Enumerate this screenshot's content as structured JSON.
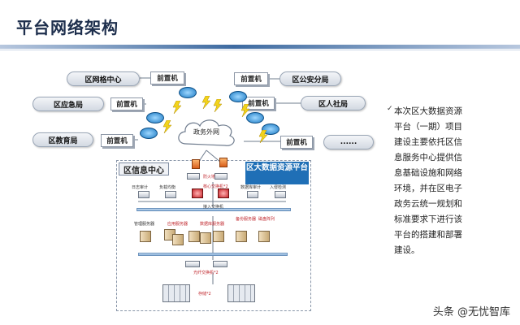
{
  "title": "平台网络架构",
  "nodes": {
    "grid_center": "区网格中心",
    "emergency": "区应急局",
    "education": "区教育局",
    "public_security": "区公安分局",
    "hr_social": "区人社局",
    "more": "......"
  },
  "front_end": "前置机",
  "cloud_label": "政务外网",
  "data_center": "区信息中心",
  "big_data_platform": "区大数据资源平台",
  "small_labels": {
    "fw": "防火墙*2",
    "core": "核心交换机*2",
    "log_audit": "日志审计",
    "lb": "负载均衡",
    "db_audit": "数据库审计",
    "ips": "入侵检测",
    "access_sw": "接入交换机",
    "mgmt": "管理服务器",
    "app": "应用服务器",
    "db": "数据库服务器",
    "backup": "备份服务器",
    "storage_sw": "光纤交换机*2",
    "storage": "存储*2",
    "disk": "磁盘阵列"
  },
  "description": "本次区大数据资源平台（一期）项目建设主要依托区信息服务中心提供信息基础设施和网络环境，并在区电子政务云统一规划和标准要求下进行该平台的搭建和部署建设。",
  "watermark": "头条 @无忧智库"
}
